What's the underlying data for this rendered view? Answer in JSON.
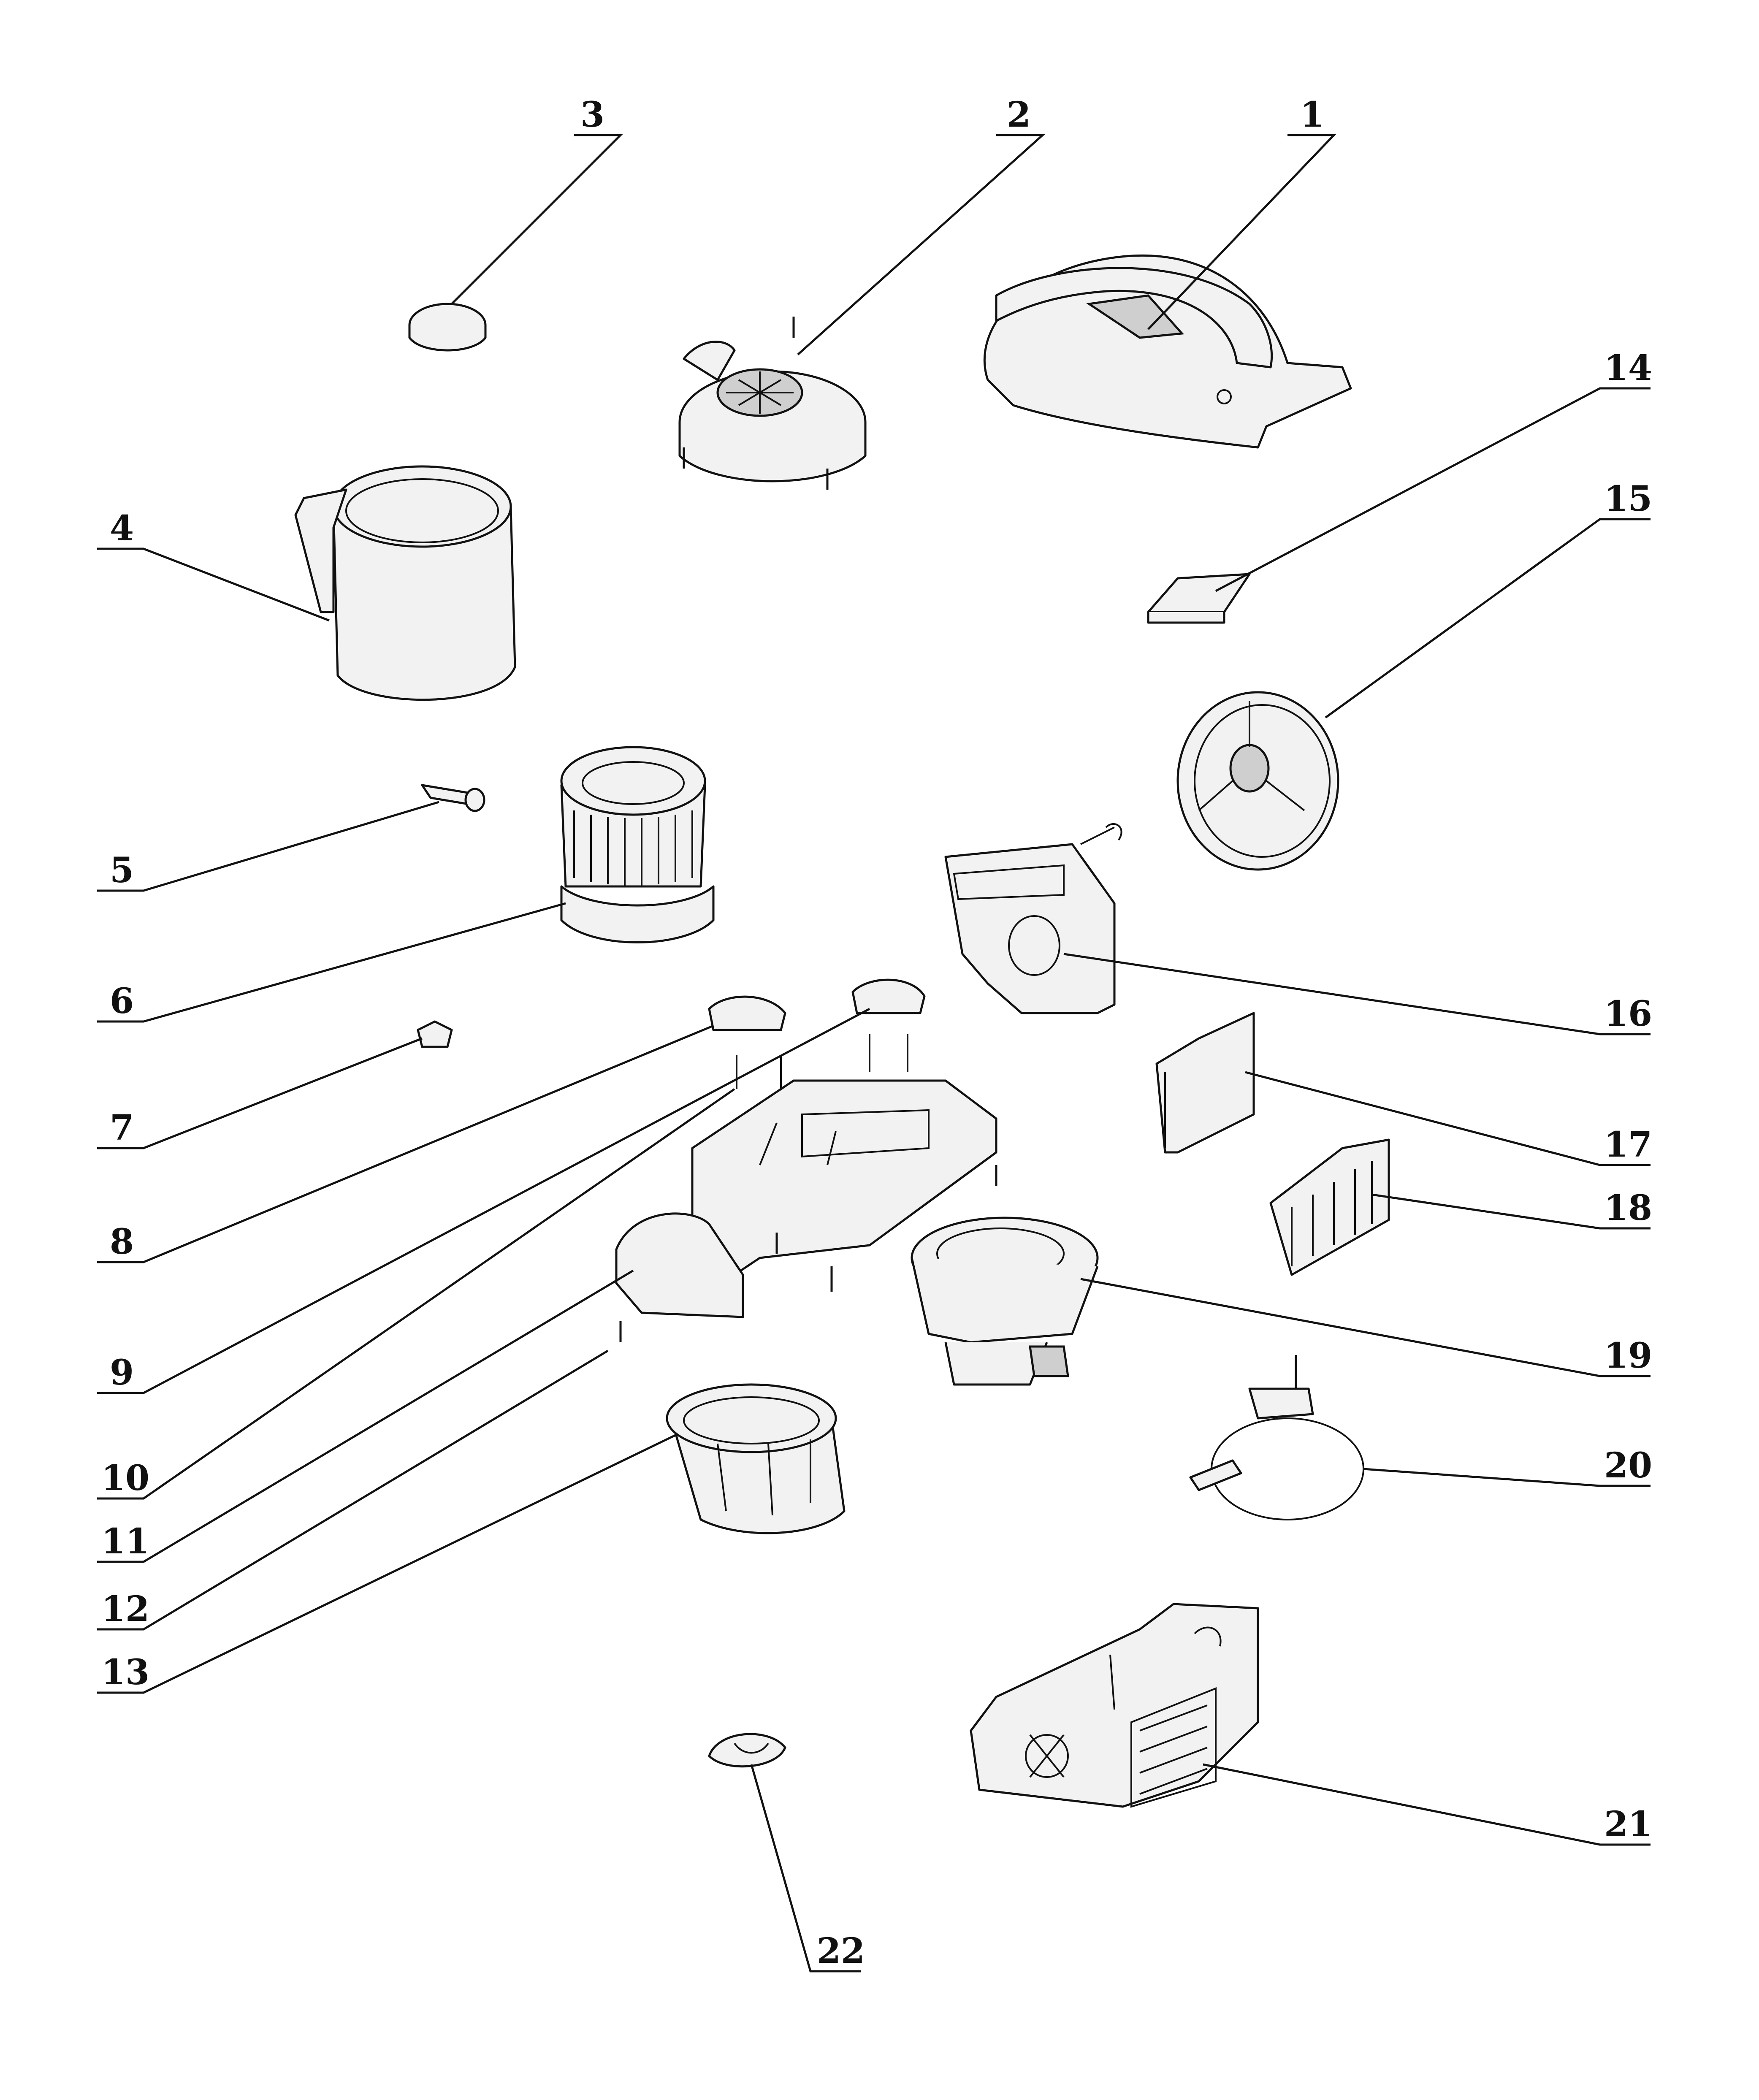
{
  "callouts": [
    {
      "num": "1"
    },
    {
      "num": "2"
    },
    {
      "num": "3"
    },
    {
      "num": "4"
    },
    {
      "num": "5"
    },
    {
      "num": "6"
    },
    {
      "num": "7"
    },
    {
      "num": "8"
    },
    {
      "num": "9"
    },
    {
      "num": "10"
    },
    {
      "num": "11"
    },
    {
      "num": "12"
    },
    {
      "num": "13"
    },
    {
      "num": "14"
    },
    {
      "num": "15"
    },
    {
      "num": "16"
    },
    {
      "num": "17"
    },
    {
      "num": "18"
    },
    {
      "num": "19"
    },
    {
      "num": "20"
    },
    {
      "num": "21"
    },
    {
      "num": "22"
    }
  ],
  "colors": {
    "line": "#111111",
    "fill": "#f2f2f2",
    "background": "#ffffff"
  }
}
